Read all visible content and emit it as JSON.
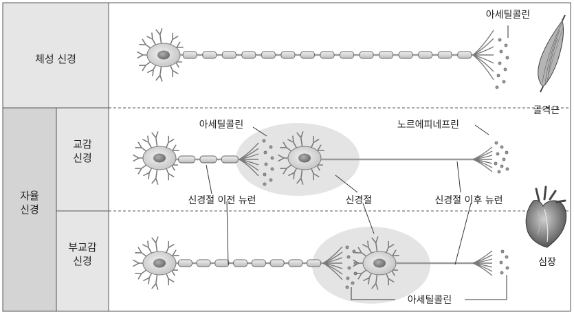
{
  "row_labels": {
    "somatic": "체성 신경",
    "autonomic": "자율 신경",
    "sympathetic": "교감 신경",
    "parasympathetic": "부교감 신경"
  },
  "annotations": {
    "ach_somatic": "아세틸콜린",
    "skeletal_muscle": "골격근",
    "ach_sym": "아세틸콜린",
    "norepinephrine": "노르에피네프린",
    "preganglionic": "신경절 이전 뉴런",
    "ganglion": "신경절",
    "postganglionic": "신경절 이후 뉴런",
    "heart": "심장",
    "ach_para": "아세틸콜린"
  },
  "colors": {
    "header_bg": "#e6e6e6",
    "header_bg_dark": "#d4d4d4",
    "neuron_fill": "#d8d8d8",
    "neuron_stroke": "#7a7a7a",
    "nucleus": "#8e8e8e",
    "ganglion_fill": "#e4e4e4",
    "muscle": "#b5b5b5"
  }
}
